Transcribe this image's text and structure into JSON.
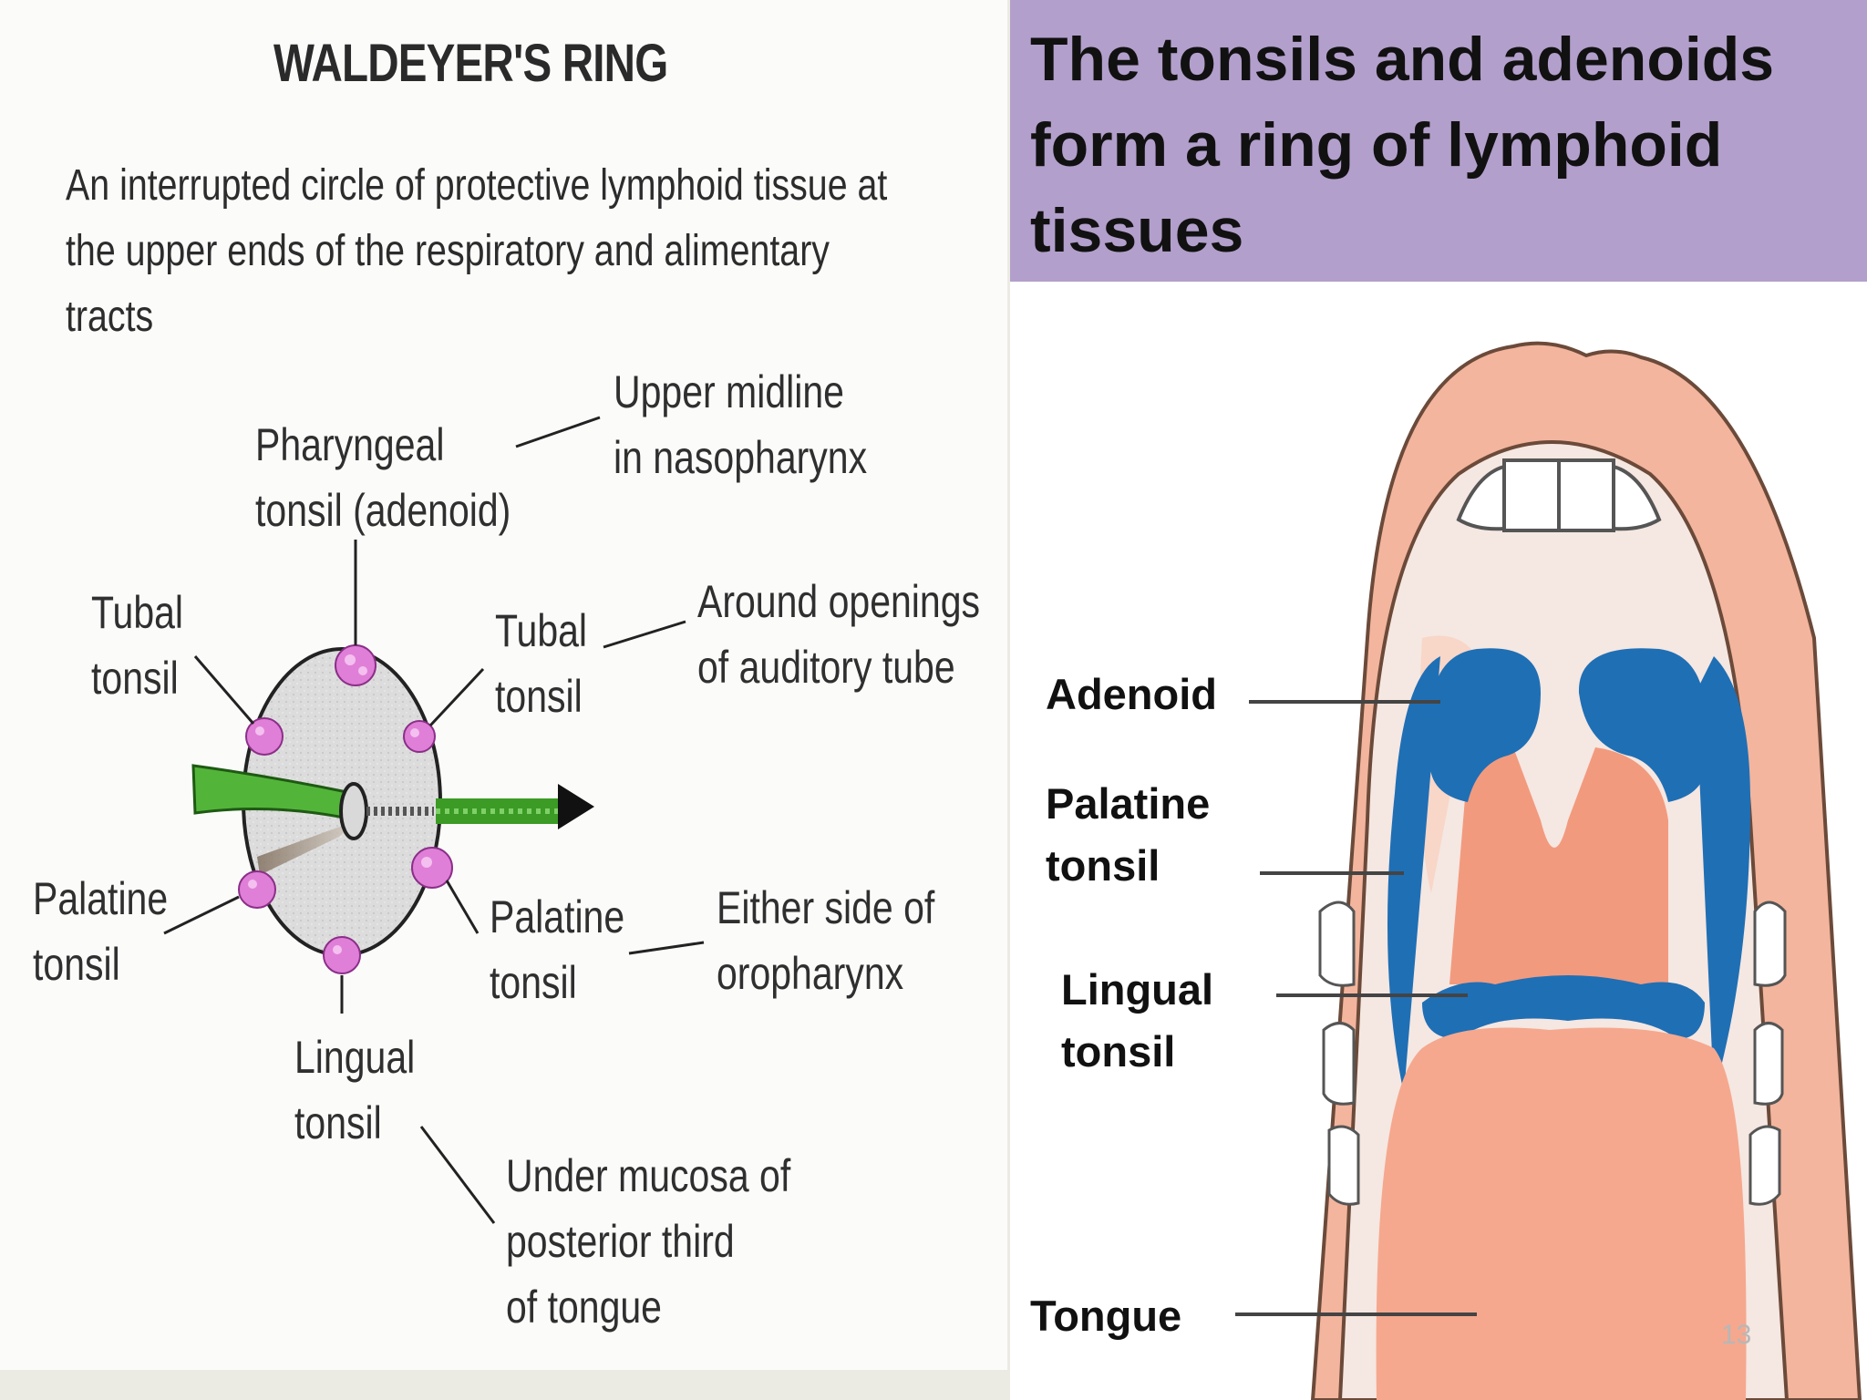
{
  "left": {
    "title": "WALDEYER'S RING",
    "intro": "An interrupted circle of protective lymphoid tissue at the upper ends of the respiratory and alimentary tracts",
    "labels": {
      "pharyngeal_tonsil": [
        "Pharyngeal",
        "tonsil (adenoid)"
      ],
      "upper_midline": [
        "Upper midline",
        "in nasopharynx"
      ],
      "tubal_tonsil_left": [
        "Tubal",
        "tonsil"
      ],
      "tubal_tonsil_right": [
        "Tubal",
        "tonsil"
      ],
      "around_openings": [
        "Around openings",
        "of auditory tube"
      ],
      "palatine_tonsil_left": [
        "Palatine",
        "tonsil"
      ],
      "palatine_tonsil_right": [
        "Palatine",
        "tonsil"
      ],
      "either_side": [
        "Either side of",
        "oropharynx"
      ],
      "lingual_tonsil": [
        "Lingual",
        "tonsil"
      ],
      "under_mucosa": [
        "Under mucosa of",
        "posterior third",
        "of tongue"
      ]
    }
  },
  "right": {
    "title": "The tonsils and adenoids form a ring of lymphoid tissues",
    "labels": {
      "adenoid": "Adenoid",
      "palatine": [
        "Palatine",
        "tonsil"
      ],
      "lingual": [
        "Lingual",
        "tonsil"
      ],
      "tongue": "Tongue"
    },
    "page_number": "13"
  },
  "colors": {
    "header_band": "#b29fcb",
    "tonsil_pink": "#e07fd8",
    "pathway_green": "#4caa2a",
    "lymphoid_blue": "#1f6fb5",
    "mouth_skin": "#f3b59d"
  }
}
